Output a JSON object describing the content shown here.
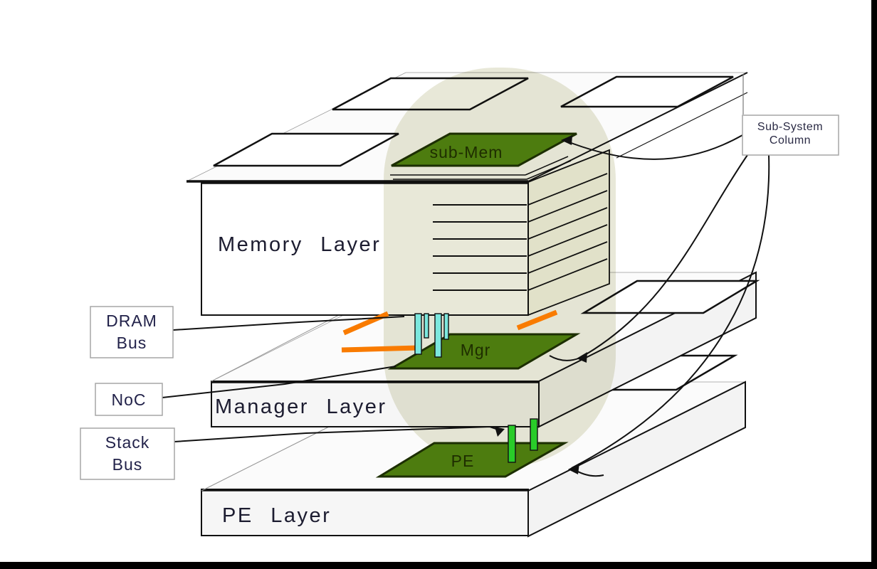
{
  "diagram": {
    "layers": {
      "memory": "Memory Layer",
      "manager": "Manager Layer",
      "pe": "PE Layer"
    },
    "tiles": {
      "sub_mem": "sub-Mem",
      "mgr": "Mgr",
      "pe": "PE"
    },
    "callouts": {
      "dram_bus": {
        "line1": "DRAM",
        "line2": "Bus"
      },
      "noc": {
        "label": "NoC"
      },
      "stack_bus": {
        "line1": "Stack",
        "line2": "Bus"
      },
      "sub_system_column": {
        "line1": "Sub-System",
        "line2": "Column"
      }
    },
    "colors": {
      "tile_green": "#4d7c0f",
      "tile_green_border": "#1c2e00",
      "noc_orange": "#f97b00",
      "dram_bus_cyan": "#7ce8de",
      "stack_bus_green": "#29cc29",
      "column_khaki": "#e8e8d8",
      "frame_black": "#000000"
    }
  }
}
